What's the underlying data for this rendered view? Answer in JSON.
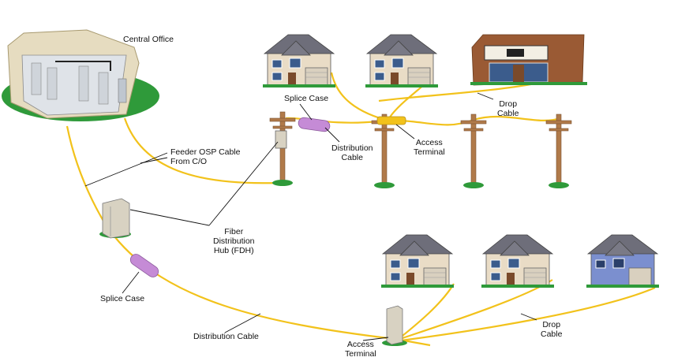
{
  "labels": {
    "central_office": "Central Office",
    "splice_case_top": "Splice Case",
    "splice_case_bottom": "Splice Case",
    "feeder": [
      "Feeder OSP Cable",
      "From C/O"
    ],
    "fdh": [
      "Fiber",
      "Distribution",
      "Hub (FDH)"
    ],
    "distribution_top": [
      "Distribution",
      "Cable"
    ],
    "access_terminal_top": [
      "Access",
      "Terminal"
    ],
    "drop_top": [
      "Drop",
      "Cable"
    ],
    "distribution_bottom": "Distribution Cable",
    "access_terminal_bottom": [
      "Access",
      "Terminal"
    ],
    "drop_bottom": [
      "Drop",
      "Cable"
    ]
  },
  "colors": {
    "cable": "#f2c21b",
    "grass": "#2f9a3a",
    "pole": "#b07a4a",
    "splice": "#c58bd6",
    "leader": "#111111"
  }
}
